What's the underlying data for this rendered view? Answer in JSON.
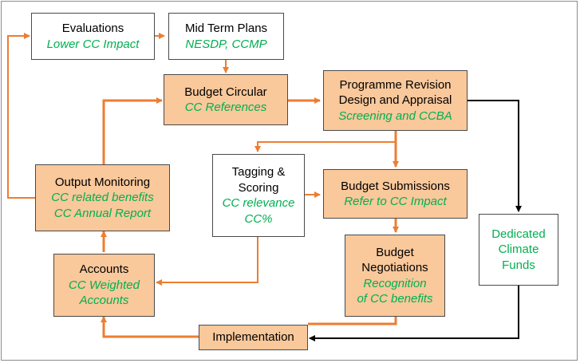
{
  "colors": {
    "orange_fill": "#f9c89b",
    "orange_arrow": "#ed7d31",
    "green_text": "#00b050",
    "black_arrow": "#000000"
  },
  "nodes": {
    "evaluations": {
      "title": "Evaluations",
      "sub": "Lower CC Impact"
    },
    "mid_term_plans": {
      "title": "Mid Term Plans",
      "sub": "NESDP, CCMP"
    },
    "budget_circular": {
      "title": "Budget Circular",
      "sub": "CC References"
    },
    "programme_revision": {
      "title1": "Programme Revision",
      "title2": "Design and Appraisal",
      "sub": "Screening and CCBA"
    },
    "tagging_scoring": {
      "title1": "Tagging &",
      "title2": "Scoring",
      "sub1": "CC relevance",
      "sub2": "CC%"
    },
    "budget_submissions": {
      "title": "Budget Submissions",
      "sub": "Refer to CC Impact"
    },
    "output_monitoring": {
      "title": "Output Monitoring",
      "sub1": "CC related benefits",
      "sub2": "CC Annual Report"
    },
    "accounts": {
      "title": "Accounts",
      "sub1": "CC Weighted",
      "sub2": "Accounts"
    },
    "budget_negotiations": {
      "title1": "Budget",
      "title2": "Negotiations",
      "sub1": "Recognition",
      "sub2": "of CC benefits"
    },
    "dedicated_climate_funds": {
      "line1": "Dedicated",
      "line2": "Climate",
      "line3": "Funds"
    },
    "implementation": {
      "title": "Implementation"
    }
  }
}
